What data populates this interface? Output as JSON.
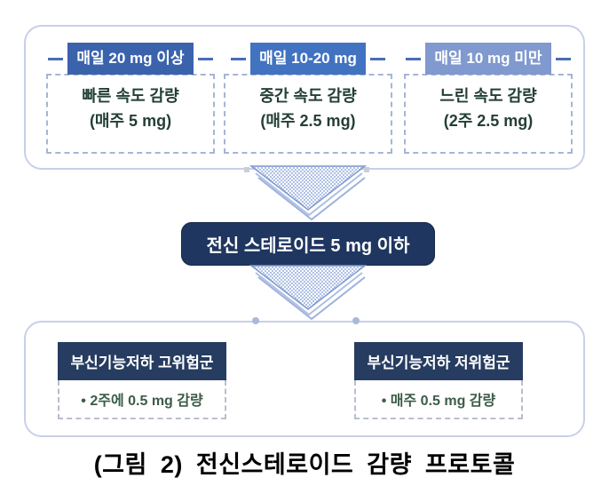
{
  "top_row": {
    "boxes": [
      {
        "header": "매일 20 mg 이상",
        "line1": "빠른 속도 감량",
        "line2": "(매주 5 mg)"
      },
      {
        "header": "매일 10-20 mg",
        "line1": "중간 속도 감량",
        "line2": "(매주 2.5 mg)"
      },
      {
        "header": "매일 10 mg 미만",
        "line1": "느린 속도 감량",
        "line2": "(2주 2.5 mg)"
      }
    ]
  },
  "middle": {
    "label": "전신 스테로이드 5 mg 이하"
  },
  "bottom_row": {
    "boxes": [
      {
        "header": "부신기능저하 고위험군",
        "bullet": "•  2주에 0.5 mg 감량"
      },
      {
        "header": "부신기능저하 저위험군",
        "bullet": "•  매주 0.5 mg 감량"
      }
    ]
  },
  "caption": "(그림 2) 전신스테로이드 감량 프로토콜",
  "colors": {
    "header1": "#3b63ac",
    "header2": "#4173c1",
    "header3": "#8099ce",
    "panel_border": "#c9cfe9",
    "navy_node": "#1f3660",
    "risk_header_navy": "#263c60",
    "speed_text": "#233f37",
    "bullet_text": "#3c5c48",
    "chevron_fill_dot": "#a8bbe2",
    "chevron_outline": "#7e99cf"
  }
}
